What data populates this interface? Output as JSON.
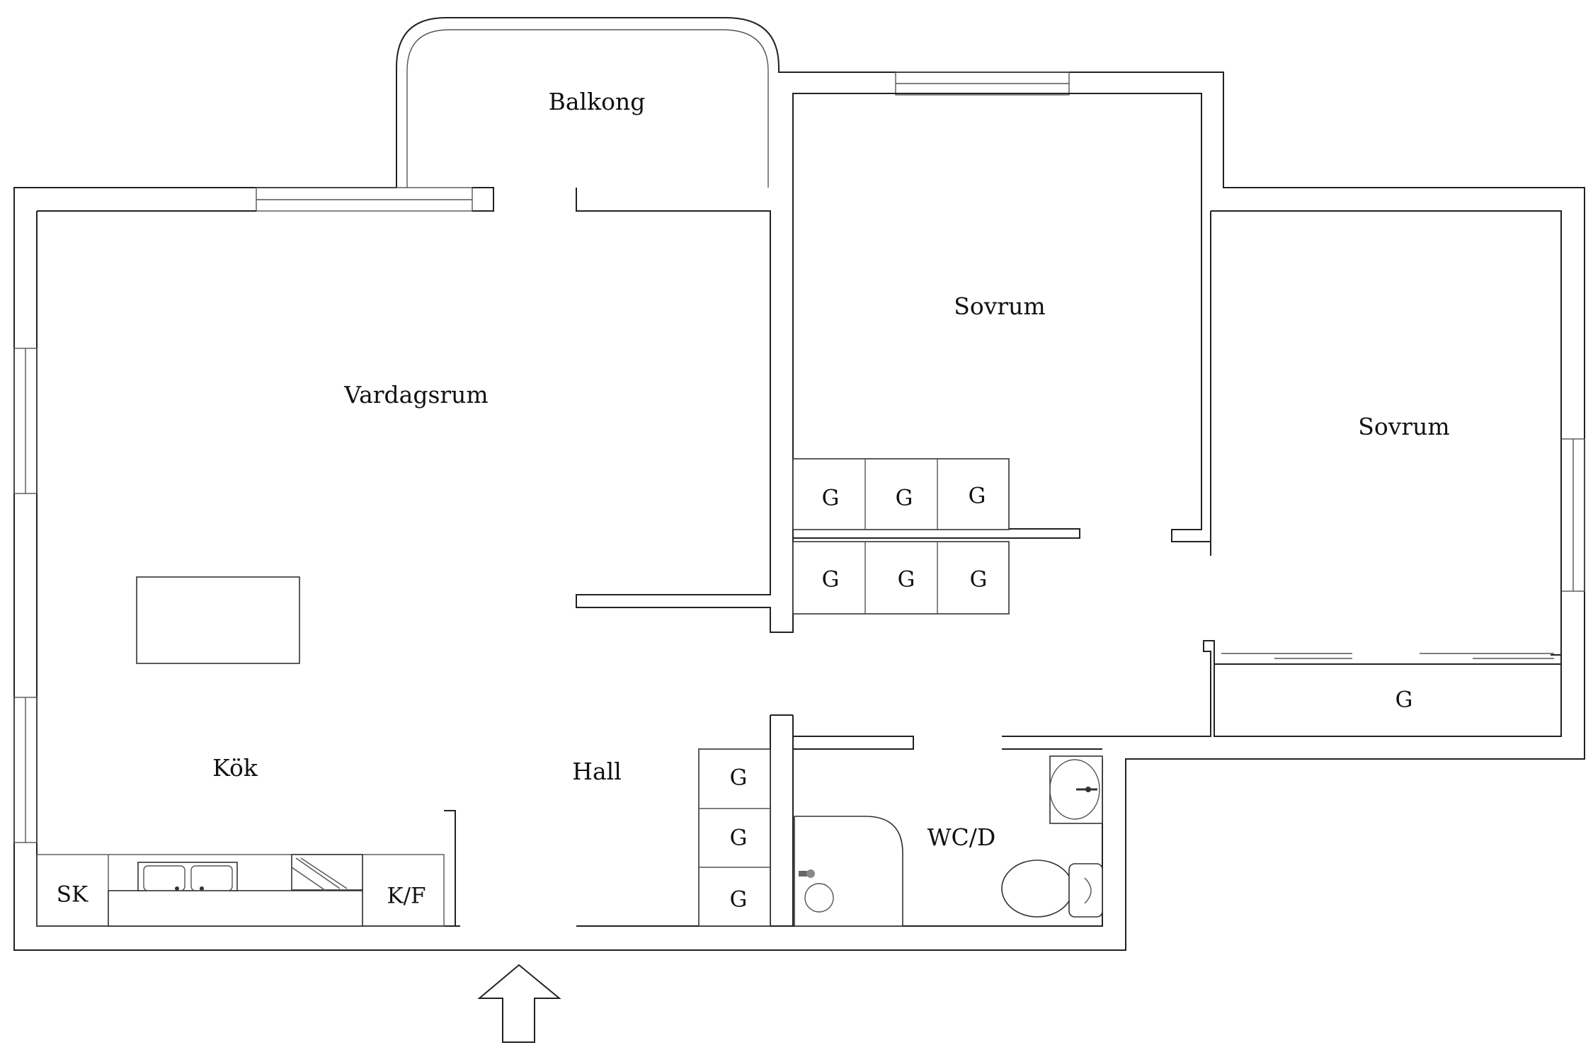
{
  "floorplan": {
    "rooms": {
      "balkong": "Balkong",
      "sovrum_1": "Sovrum",
      "sovrum_2": "Sovrum",
      "vardagsrum": "Vardagsrum",
      "kok": "Kök",
      "hall": "Hall",
      "wc": "WC/D"
    },
    "fixtures": {
      "sk": "SK",
      "kf": "K/F"
    },
    "storage_label": "G",
    "entrance_icon": "entrance-arrow-icon"
  }
}
